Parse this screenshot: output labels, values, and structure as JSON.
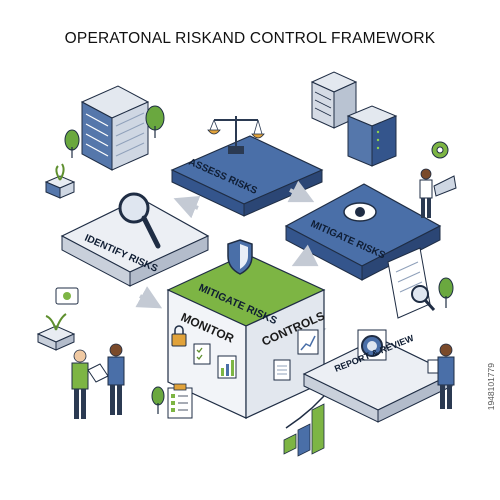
{
  "title": "OPERATONAL RISKAND CONTROL FRAMEWORK",
  "nodes": {
    "assess": "ASSESS RISKS",
    "identify": "IDENTIFY RISKS",
    "mitigate_right": "MITIGATE RISKS",
    "mitigate_center": "MITIGATE RISKS",
    "monitor": "MONITOR",
    "controls": "CONTROLS",
    "report": "REPORT & REVIEW"
  },
  "watermark": "1948101779",
  "colors": {
    "blue": "#4a6fa8",
    "blue_dark": "#34558c",
    "green": "#7db544",
    "green_dark": "#5e8f2e",
    "gray_top": "#eceff4",
    "gray_side": "#c9d0db",
    "outline": "#1f2d44"
  }
}
